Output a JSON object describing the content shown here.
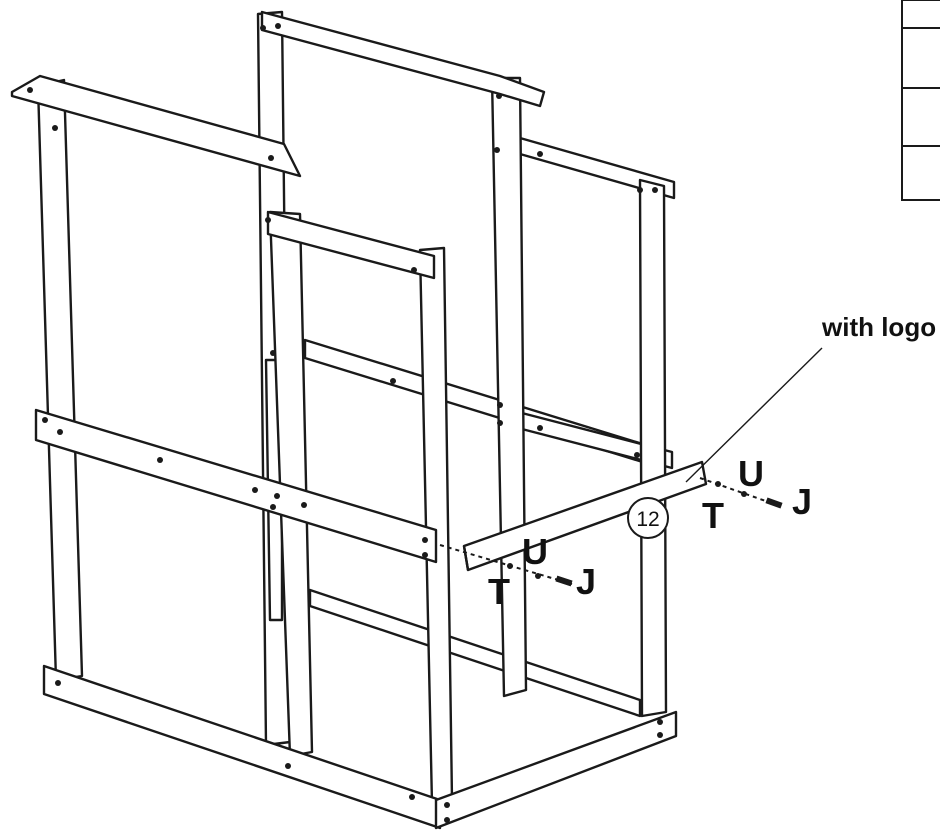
{
  "labels": {
    "with_logo": "with logo",
    "part_number": "12",
    "hardware_u_right": "U",
    "hardware_t_right": "T",
    "hardware_j_right": "J",
    "hardware_u_left": "U",
    "hardware_t_left": "T",
    "hardware_j_left": "J"
  },
  "colors": {
    "line": "#1a1a1a",
    "background": "#ffffff"
  }
}
